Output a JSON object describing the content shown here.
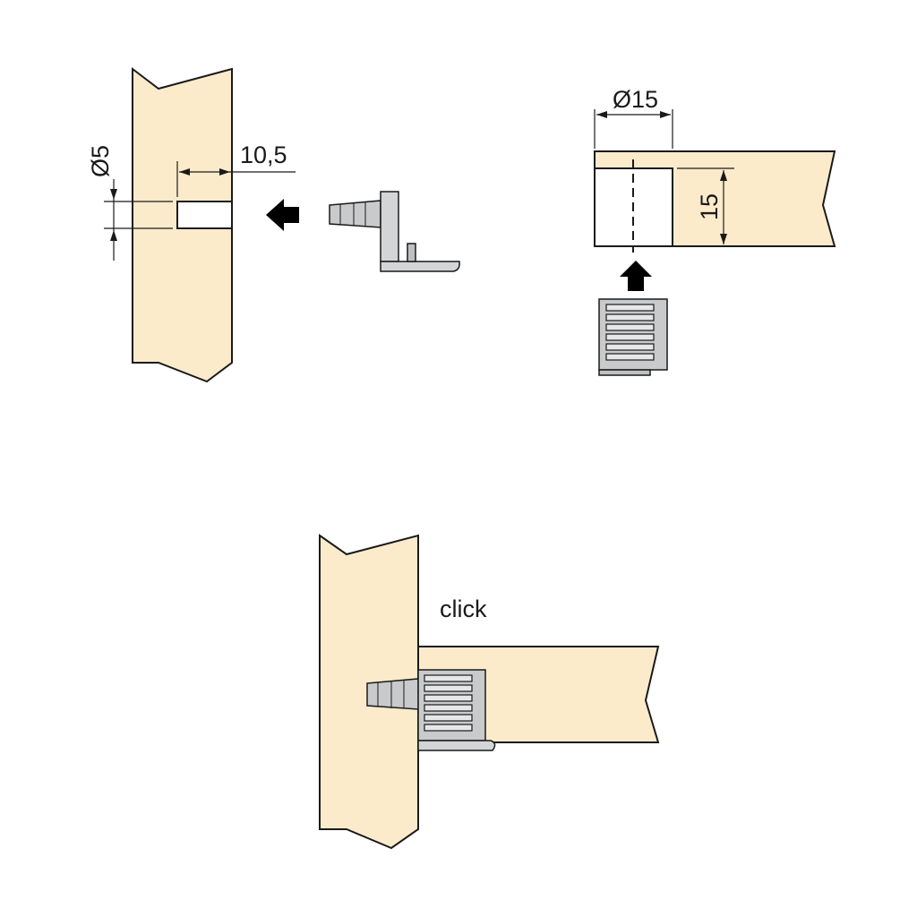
{
  "colors": {
    "wood": "#fcebcb",
    "plastic_light": "#d4d5d6",
    "plastic_mid": "#bfc0c2",
    "plastic_dark": "#a9aaac",
    "outline": "#1a1a1a",
    "arrow": "#000000",
    "background": "#ffffff"
  },
  "step1": {
    "diameter_label": "Ø5",
    "depth_label": "10,5",
    "arrow_icon": "arrow-left-icon"
  },
  "step2": {
    "diameter_label": "Ø15",
    "depth_label": "15",
    "arrow_icon": "arrow-up-icon"
  },
  "step3": {
    "click_label": "click"
  }
}
